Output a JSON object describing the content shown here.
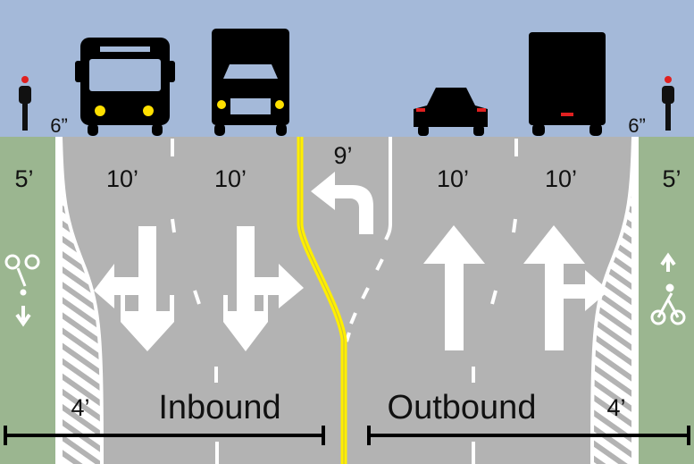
{
  "colors": {
    "sky": "#a4b9d9",
    "bike_lane": "#9bb690",
    "road": "#b3b3b3",
    "center_line": "#ffee00",
    "marking": "#ffffff",
    "vehicle": "#000000",
    "headlight": "#ffe000"
  },
  "widths": {
    "bike_lane_left": "5’",
    "curb_left": "6”",
    "lane_in_1": "10’",
    "lane_in_2": "10’",
    "turn_lane": "9’",
    "lane_out_1": "10’",
    "lane_out_2": "10’",
    "curb_right": "6”",
    "bike_lane_right": "5’",
    "buffer_left": "4’",
    "buffer_right": "4’"
  },
  "directions": {
    "inbound": "Inbound",
    "outbound": "Outbound"
  }
}
